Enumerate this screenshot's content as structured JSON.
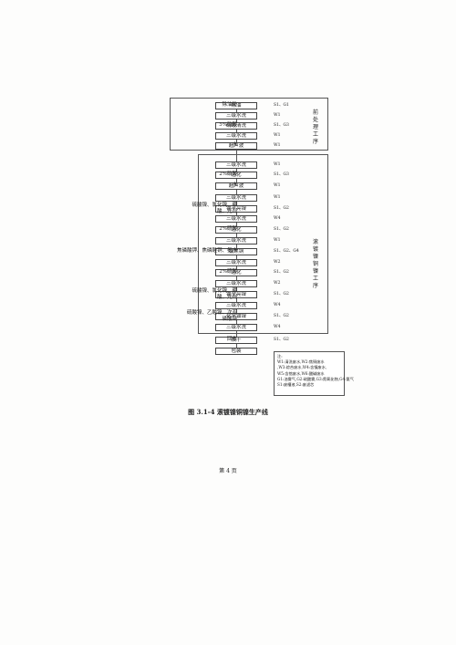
{
  "degrease_section": {
    "inputs": [
      "除油粉",
      "5%硝酸",
      "水"
    ],
    "steps": [
      {
        "label": "除油",
        "outputs": "S1、G1"
      },
      {
        "label": "三级水洗",
        "outputs": "W1"
      },
      {
        "label": "硝酸清洗",
        "outputs": "S1、G3"
      },
      {
        "label": "三级水洗",
        "outputs": "W1"
      },
      {
        "label": "超声波",
        "outputs": "W1"
      }
    ],
    "label": "前处理工序"
  },
  "plating_section": {
    "inputs": [
      {
        "text": "2%硝酸",
        "lines": [
          "2%硝酸"
        ]
      },
      {
        "text": "水",
        "lines": [
          "水"
        ]
      },
      {
        "text": "硫酸镍、氯化镍、硼酸、光剂",
        "lines": [
          "硫酸镍、氯化镍、硼",
          "酸、光剂"
        ]
      },
      {
        "text": "2%硫酸",
        "lines": [
          "2%硫酸"
        ]
      },
      {
        "text": "焦磷酸钾、焦磷酸铜、氨水",
        "lines": [
          "焦磷酸钾、焦磷酸铜、氨水"
        ]
      },
      {
        "text": "2%硫酸",
        "lines": [
          "2%硫酸"
        ]
      },
      {
        "text": "硫酸镍、氯化镍、硼酸、光剂",
        "lines": [
          "硫酸镍、氯化镍、硼",
          "酸、光剂"
        ]
      },
      {
        "text": "硫酸镍、乙酸镍、次亚磷酸钠",
        "lines": [
          "硫酸镍、乙酸镍、次亚",
          "磷酸钠"
        ]
      },
      {
        "text": "回收",
        "lines": [
          "回收"
        ]
      }
    ],
    "steps": [
      {
        "label": "三级水洗",
        "outputs": "W1"
      },
      {
        "label": "活化",
        "outputs": "S1、G3"
      },
      {
        "label": "超声波",
        "outputs": "W1"
      },
      {
        "label": "三级水洗",
        "outputs": "W1"
      },
      {
        "label": "镀半亮镍",
        "outputs": "S1、G2"
      },
      {
        "label": "三级水洗",
        "outputs": "W4"
      },
      {
        "label": "活化",
        "outputs": "S1、G2"
      },
      {
        "label": "三级水洗",
        "outputs": "W1"
      },
      {
        "label": "镀焦铜",
        "outputs": "S1、G2、G4"
      },
      {
        "label": "三级水洗",
        "outputs": "W2"
      },
      {
        "label": "活化",
        "outputs": "S1、G2"
      },
      {
        "label": "三级水洗",
        "outputs": "W2"
      },
      {
        "label": "镀全亮镍",
        "outputs": "S1、G2"
      },
      {
        "label": "三级水洗",
        "outputs": "W4"
      },
      {
        "label": "化学镀镍",
        "outputs": "S1、G2"
      },
      {
        "label": "三级水洗",
        "outputs": "W4"
      },
      {
        "label": "烘干",
        "outputs": "S1、G2"
      },
      {
        "label": "包装",
        "outputs": ""
      }
    ],
    "label": "滚镀镍铜镍工序"
  },
  "legend": {
    "title": "注:",
    "lines": [
      "W1:清洗废水,W2:焦铜废水",
      ",W3:综合废水,W4:含镍废水,",
      "W5:含铬废水,W6:酸碱废水",
      "G1:油雾气,G2:硫酸雾,G3:氮氧化物,G4:氨气",
      "S1:废槽液,S2:废滤芯"
    ]
  },
  "caption": "图 3.1-4  滚镀镍铜镍生产线",
  "footer": "第 4 页"
}
